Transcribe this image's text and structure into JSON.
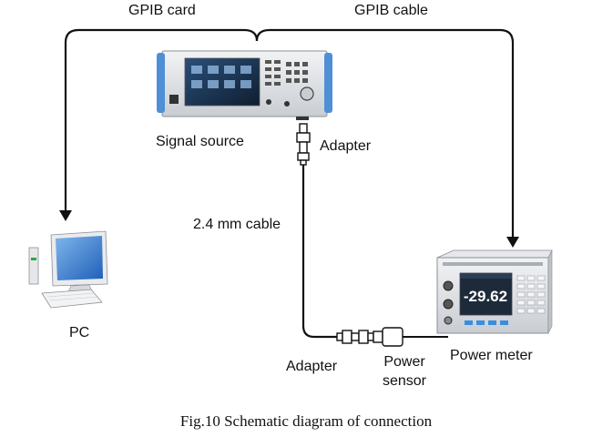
{
  "labels": {
    "gpib_card": "GPIB card",
    "gpib_cable": "GPIB cable",
    "signal_source": "Signal source",
    "adapter_top": "Adapter",
    "cable": "2.4 mm cable",
    "pc": "PC",
    "adapter_bottom": "Adapter",
    "power_sensor_line1": "Power",
    "power_sensor_line2": "sensor",
    "power_meter": "Power meter"
  },
  "power_meter_reading": "-29.62",
  "caption": "Fig.10 Schematic diagram of connection",
  "colors": {
    "line": "#111111",
    "instrument_body": "#dcdfe3",
    "handle_blue": "#4f8fd6",
    "screen_dark": "#1d2a3a",
    "key_blue": "#3a8ee0"
  },
  "icons": [
    "signal-source-instrument",
    "power-meter-instrument",
    "pc-monitor-icon",
    "adapter-icon",
    "power-sensor-icon"
  ]
}
